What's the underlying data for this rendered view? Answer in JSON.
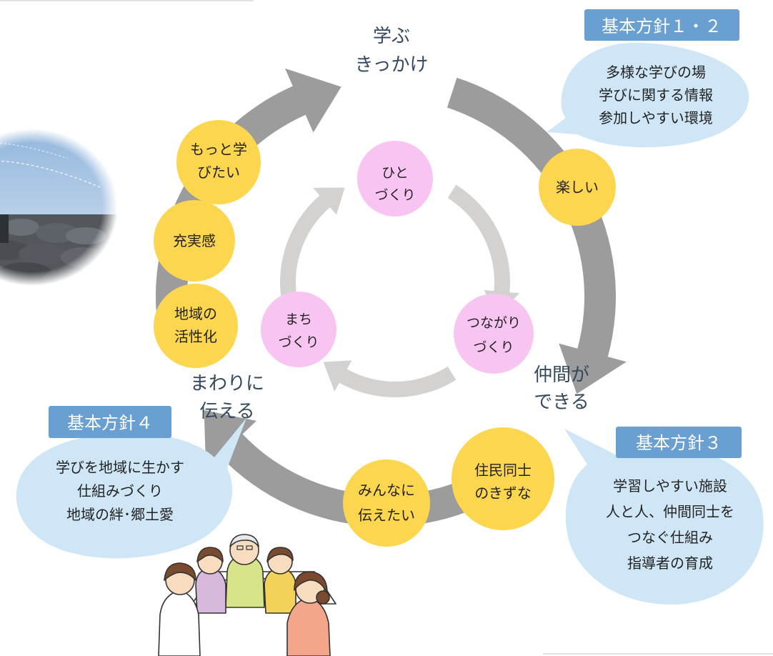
{
  "cycle_labels": {
    "top": [
      "学ぶ",
      "きっかけ"
    ],
    "right": [
      "仲間が",
      "できる"
    ],
    "left": [
      "まわりに",
      "伝える"
    ]
  },
  "benefits": [
    [
      "もっと学",
      "びたい"
    ],
    [
      "充実感"
    ],
    [
      "地域の",
      "活性化"
    ],
    [
      "楽しい"
    ],
    [
      "住民同士",
      "のきずな"
    ],
    [
      "みんなに",
      "伝えたい"
    ]
  ],
  "core": [
    [
      "ひと",
      "づくり"
    ],
    [
      "つながり",
      "づくり"
    ],
    [
      "まち",
      "づくり"
    ]
  ],
  "policies": [
    {
      "title": "基本方針１・２",
      "lines": [
        "多様な学びの場",
        "学びに関する情報",
        "参加しやすい環境"
      ]
    },
    {
      "title": "基本方針３",
      "lines": [
        "学習しやすい施設",
        "人と人、仲間同士を",
        "つなぐ仕組み",
        "指導者の育成"
      ]
    },
    {
      "title": "基本方針４",
      "lines": [
        "学びを地域に生かす",
        "仕組みづくり",
        "地域の絆･郷土愛"
      ]
    }
  ],
  "colors": {
    "outer_arrow": "#9c9c9c",
    "inner_arrow": "#d4d2d0",
    "benefit_circle": "#fdd64f",
    "core_circle": "#f8c5f2",
    "bubble": "#cfe6f6",
    "policy_tag": "#6aa0d1",
    "cycle_text": "#34495e",
    "sky": "#bcd4ec",
    "rocks": "#53575c"
  },
  "icons": [
    "photo-vignette",
    "people-meeting-illustration"
  ]
}
